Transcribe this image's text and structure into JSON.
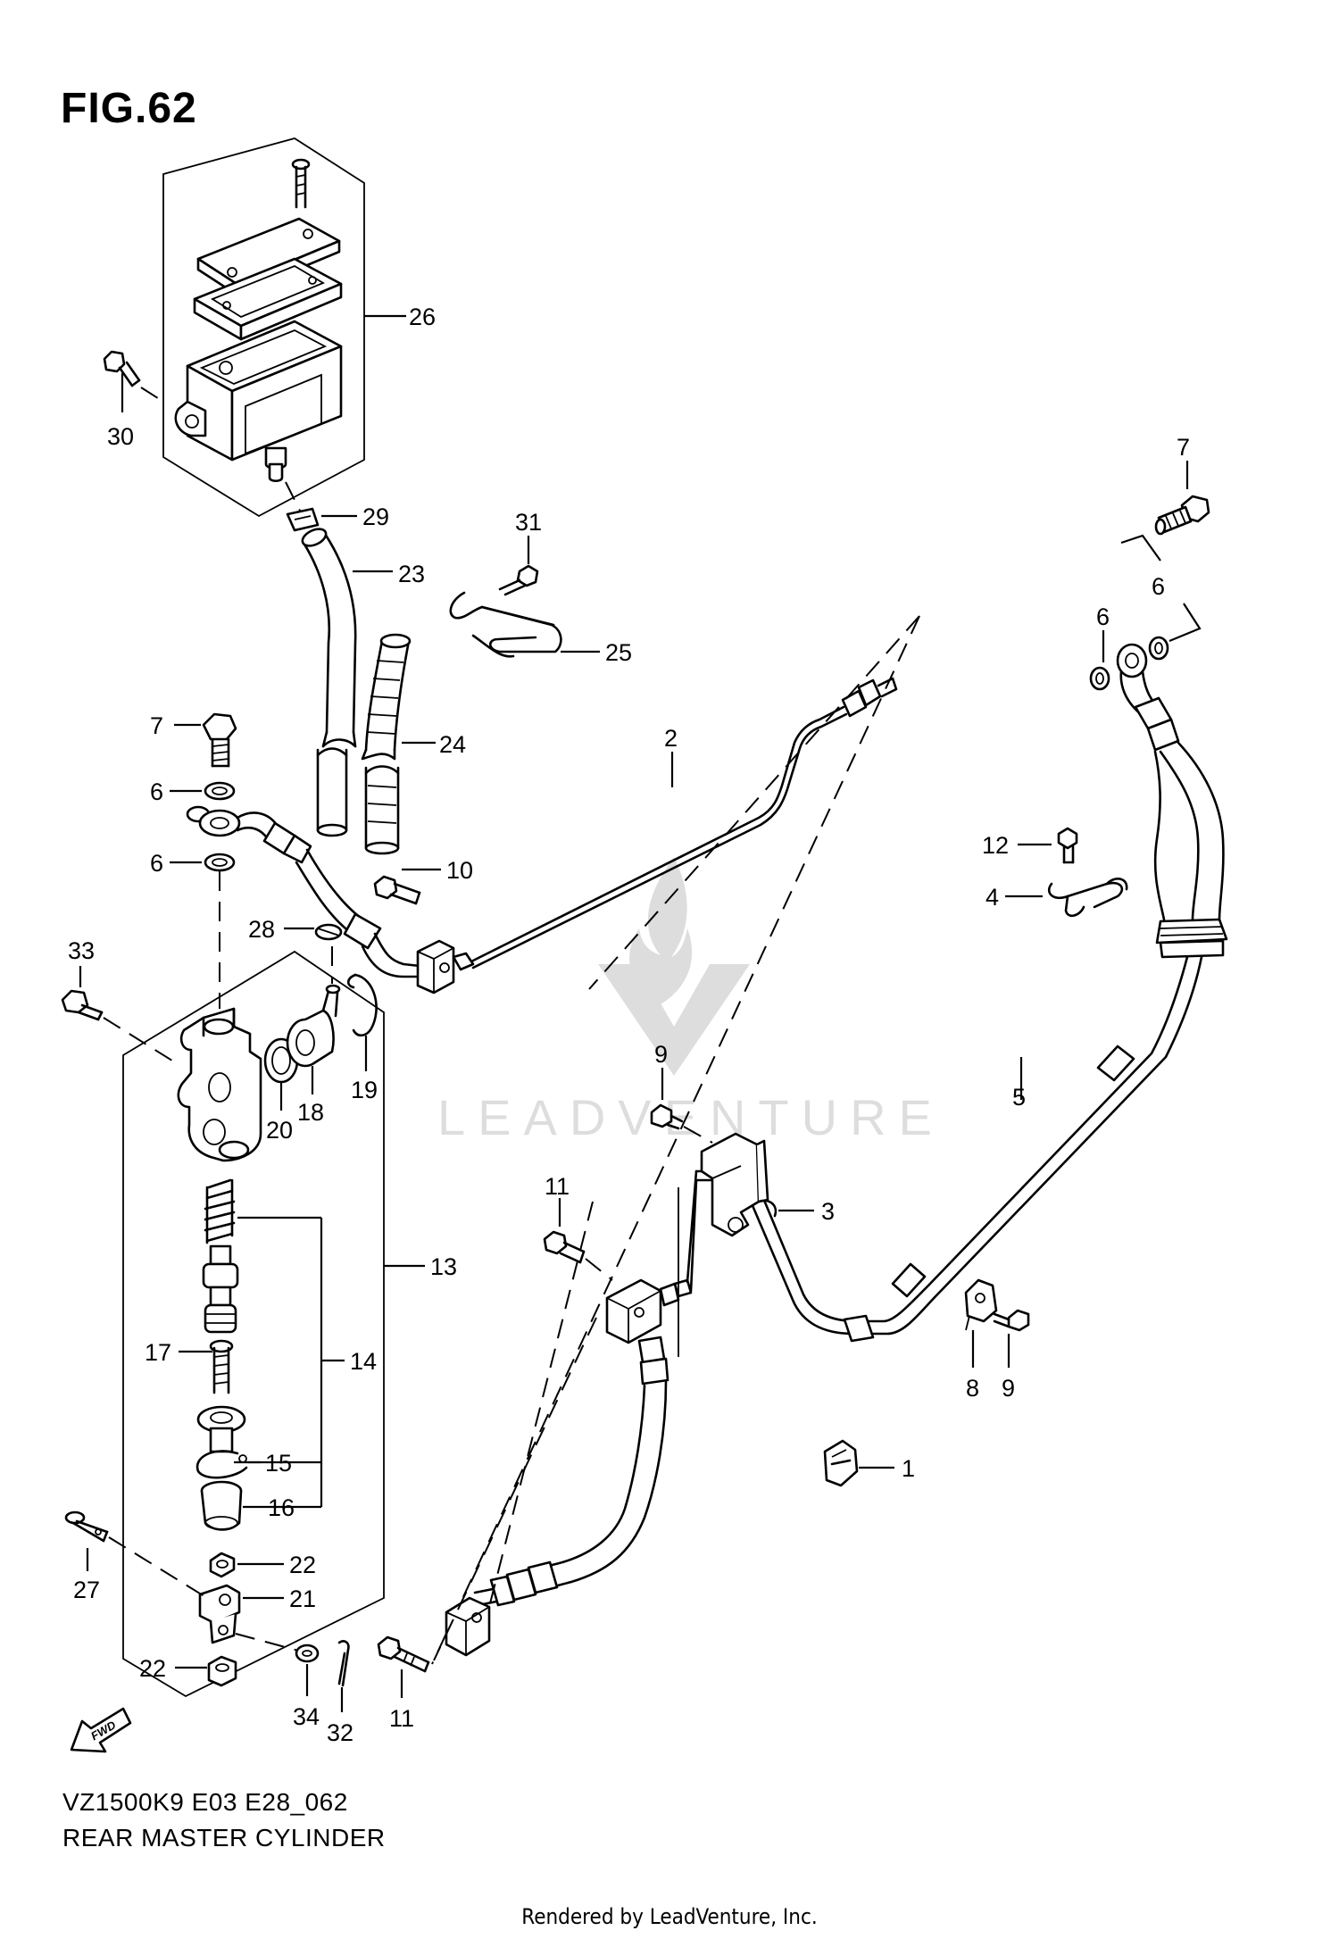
{
  "figure": {
    "title": "FIG.62"
  },
  "footer": {
    "model_code": "VZ1500K9 E03 E28_062",
    "diagram_name": "REAR MASTER CYLINDER",
    "rendered_by": "Rendered by LeadVenture, Inc."
  },
  "watermark": {
    "text": "LEADVENTURE"
  },
  "arrow": {
    "label": "FWD"
  },
  "callouts": {
    "c1": "1",
    "c2": "2",
    "c3": "3",
    "c4": "4",
    "c5": "5",
    "c6a": "6",
    "c6b": "6",
    "c6c": "6",
    "c6d": "6",
    "c7a": "7",
    "c7b": "7",
    "c8": "8",
    "c9a": "9",
    "c9b": "9",
    "c10": "10",
    "c11a": "11",
    "c11b": "11",
    "c12": "12",
    "c13": "13",
    "c14": "14",
    "c15": "15",
    "c16": "16",
    "c17": "17",
    "c18": "18",
    "c19": "19",
    "c20": "20",
    "c21": "21",
    "c22a": "22",
    "c22b": "22",
    "c23": "23",
    "c24": "24",
    "c25": "25",
    "c26": "26",
    "c27": "27",
    "c28": "28",
    "c29": "29",
    "c30": "30",
    "c31": "31",
    "c32": "32",
    "c33": "33",
    "c34": "34"
  }
}
